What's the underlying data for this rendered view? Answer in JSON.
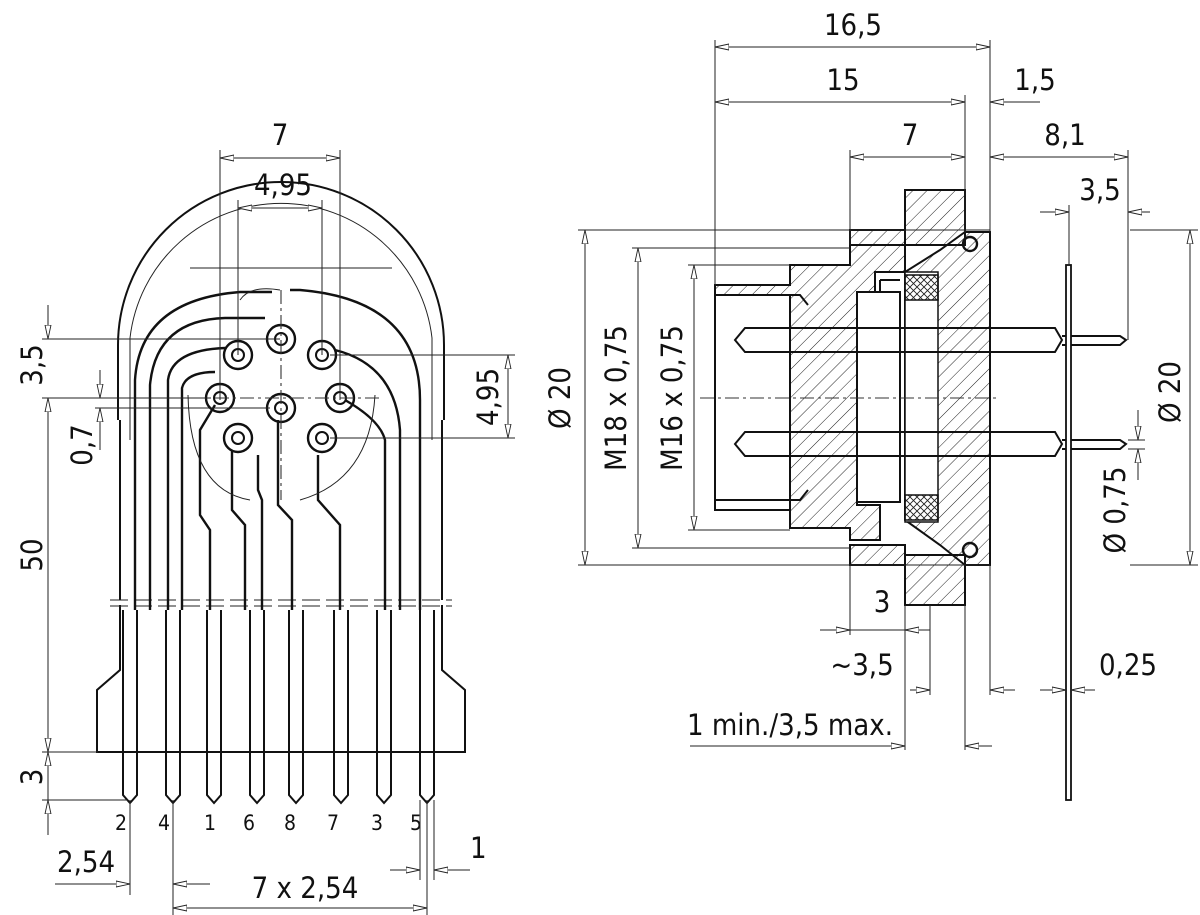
{
  "front_view": {
    "dimensions": {
      "top_width": "7",
      "pin_circle_width": "4,95",
      "side_offset_top": "3,5",
      "side_offset_small": "0,7",
      "body_height": "50",
      "pin_extension": "3",
      "right_pitch_height": "4,95",
      "left_pitch": "2,54",
      "total_pitch": "7 x 2,54",
      "pin_width": "1"
    },
    "pin_numbers": [
      "2",
      "4",
      "1",
      "6",
      "8",
      "7",
      "3",
      "5"
    ]
  },
  "side_view": {
    "dimensions": {
      "overall_length": "16,5",
      "main_length": "15",
      "flange_thickness": "1,5",
      "thread_length": "7",
      "pin_protrusion": "8,1",
      "pin_tail": "3,5",
      "outer_diameter": "Ø 20",
      "thread_outer": "M18 x 0,75",
      "thread_inner": "M16 x 0,75",
      "right_diameter": "Ø 20",
      "pin_diameter": "Ø 0,75",
      "panel_gap": "3",
      "approx_depth": "~3,5",
      "panel_thickness": "1 min./3,5 max.",
      "plate_thickness": "0,25"
    }
  }
}
